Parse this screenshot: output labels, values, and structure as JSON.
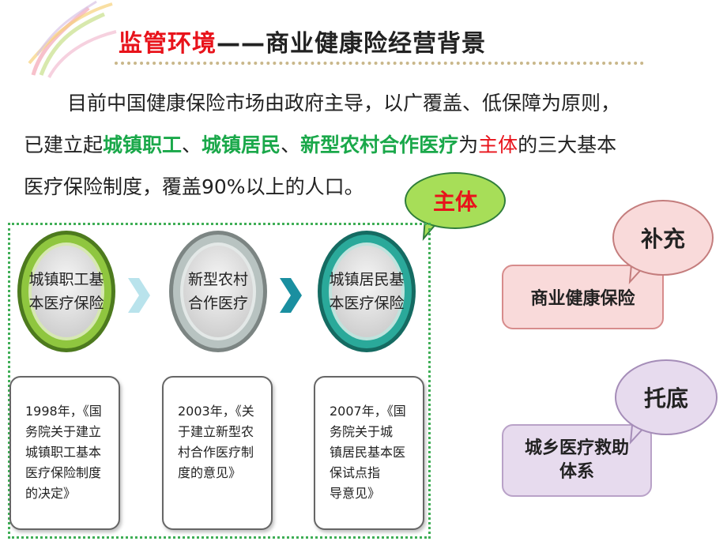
{
  "title": {
    "highlight": "监管环境",
    "rest": "——商业健康险经营背景"
  },
  "paragraph": {
    "p1": "目前中国健康保险市场由政府主导，以广覆盖、低保障为原则，",
    "p2": "已建立起",
    "g1": "城镇职工",
    "sep1": "、",
    "g2": "城镇居民",
    "sep2": "、",
    "g3": "新型农村合作医疗",
    "p3": "为",
    "r1": "主体",
    "p4": "的三大基本",
    "p5": "医疗保险制度，覆盖90%以上的人口。"
  },
  "main_bubble": "主体",
  "rings": [
    {
      "label": "城镇职工基\n本医疗保险",
      "color": "#8fc63f"
    },
    {
      "label": "新型农村\n合作医疗",
      "color": "#9aa7a4"
    },
    {
      "label": "城镇居民基\n本医疗保险",
      "color": "#2aa99a"
    }
  ],
  "cards": [
    {
      "text": "1998年，《国\n务院关于建立\n城镇职工基本\n医疗保险制度\n的决定》"
    },
    {
      "text": "2003年，《关\n于建立新型农\n村合作医疗制\n度的意见》"
    },
    {
      "text": "2007年，《国\n务院关于城\n 镇居民基本医\n保试点指\n  导意见》"
    }
  ],
  "side": {
    "supplement_bubble": "补充",
    "health_insurance": "商业健康保险",
    "base_bubble": "托底",
    "medical_aid": "城乡医疗救助\n体系"
  },
  "icons": {
    "logo": "swirl-logo-icon",
    "arrow": "chevron-right-icon"
  }
}
